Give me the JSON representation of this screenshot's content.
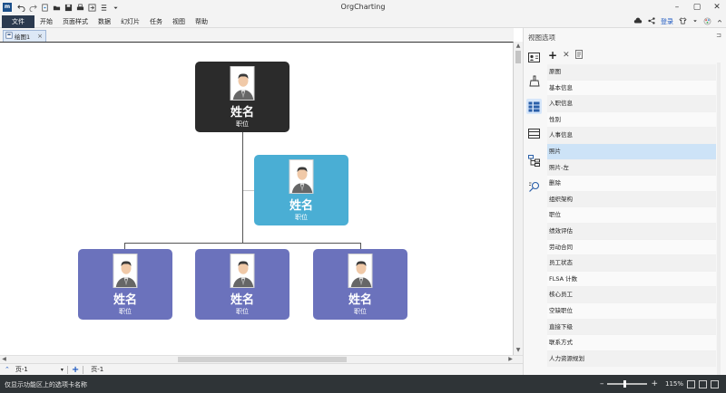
{
  "app": {
    "title": "OrgCharting",
    "icon_letter": "m"
  },
  "menu": {
    "file_label": "文件",
    "items": [
      "开始",
      "页面样式",
      "数据",
      "幻灯片",
      "任务",
      "视图",
      "帮助"
    ],
    "login_label": "登录"
  },
  "doc_tab": {
    "label": "绘图1",
    "close_glyph": "×"
  },
  "chart": {
    "nodes": [
      {
        "name": "姓名",
        "position": "职位",
        "color": "#2b2b2b"
      },
      {
        "name": "姓名",
        "position": "职位",
        "color": "#4aaed4"
      },
      {
        "name": "姓名",
        "position": "职位",
        "color": "#6b72bc"
      },
      {
        "name": "姓名",
        "position": "职位",
        "color": "#6b72bc"
      },
      {
        "name": "姓名",
        "position": "职位",
        "color": "#6b72bc"
      }
    ]
  },
  "pagebar": {
    "page_select": "页-1",
    "add_glyph": "+",
    "page_tab": "页-1"
  },
  "panel": {
    "title": "视图选项",
    "pin_glyph": "⊐",
    "selected_color": "#cde3f7",
    "items": [
      "原图",
      "基本信息",
      "入职信息",
      "性别",
      "人事信息",
      "照片",
      "照片-左",
      "删除",
      "组织架构",
      "职位",
      "绩效评估",
      "劳动合同",
      "员工状态",
      "FLSA 计数",
      "核心员工",
      "空缺职位",
      "直接下级",
      "联系方式",
      "人力资源规划"
    ],
    "selected_index": 5
  },
  "status": {
    "message": "仅显示功能区上的选项卡名称",
    "zoom_level": "115%"
  }
}
